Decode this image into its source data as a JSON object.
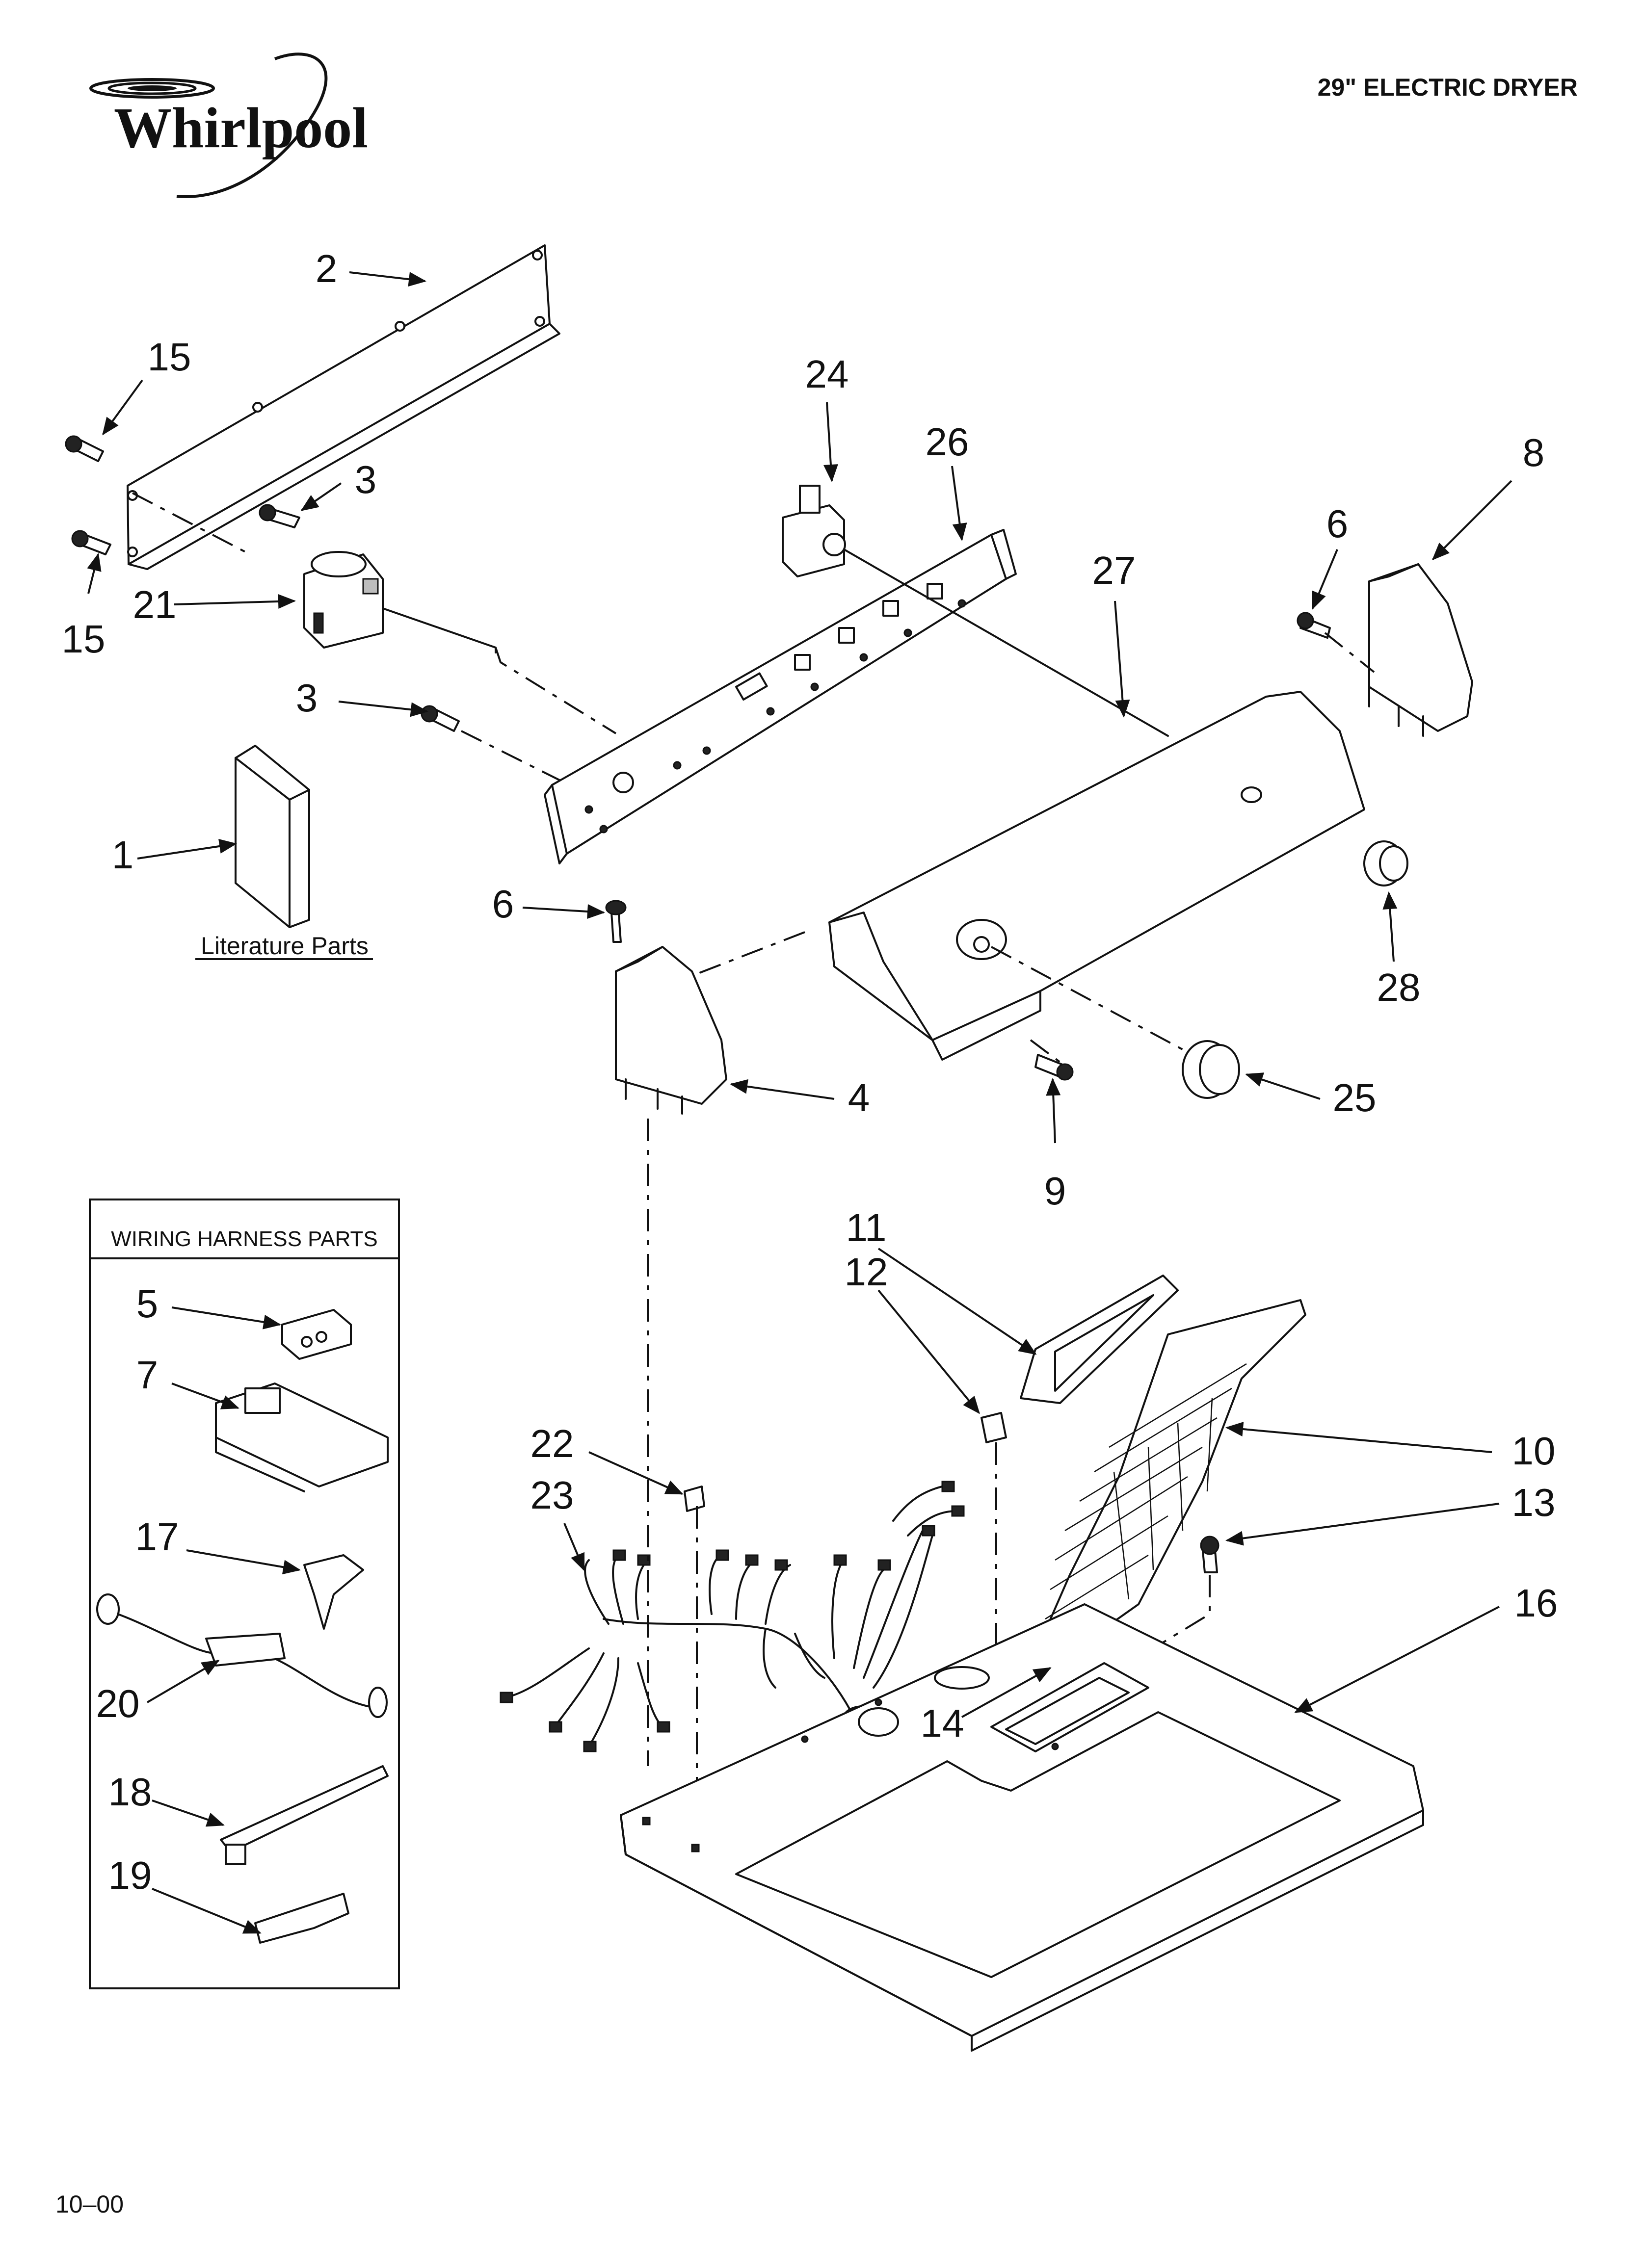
{
  "brand": {
    "logo_text": "Whirlpool"
  },
  "header": {
    "title": "29\" ELECTRIC DRYER"
  },
  "literature": {
    "label": "Literature Parts"
  },
  "harness_box": {
    "title": "WIRING HARNESS PARTS"
  },
  "footer": {
    "date_code": "10–00"
  },
  "callouts": {
    "c1": "1",
    "c2": "2",
    "c3a": "3",
    "c3b": "3",
    "c4": "4",
    "c5": "5",
    "c6a": "6",
    "c6b": "6",
    "c7": "7",
    "c8": "8",
    "c9": "9",
    "c10": "10",
    "c11": "11",
    "c12": "12",
    "c13": "13",
    "c14": "14",
    "c15a": "15",
    "c15b": "15",
    "c16": "16",
    "c17": "17",
    "c18": "18",
    "c19": "19",
    "c20": "20",
    "c21": "21",
    "c22": "22",
    "c23": "23",
    "c24": "24",
    "c25": "25",
    "c26": "26",
    "c27": "27",
    "c28": "28"
  },
  "icons": {
    "arrow": "arrow-head-icon"
  }
}
